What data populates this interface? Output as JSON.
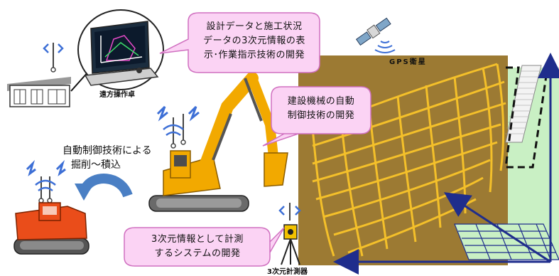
{
  "callouts": {
    "design_display": [
      "設計データと施工状況",
      "データの3次元情報の表",
      "示･作業指示技術の開発"
    ],
    "auto_control_machine": [
      "建設機械の自動",
      "制御技術の開発"
    ],
    "measurement_system": [
      "3次元情報として計測",
      "するシステムの開発"
    ]
  },
  "labels": {
    "remote_console": "遠方操作卓",
    "gps_satellite": "GPS衛星",
    "survey_instrument": "3次元計測器",
    "auto_excavate": [
      "自動制御技術による",
      "掘削～積込"
    ]
  },
  "colors": {
    "callout_fill": "#fbd3f4",
    "callout_stroke": "#d070c0",
    "earth": "#9c7a33",
    "grid_line": "#f4c02a",
    "machine_yellow": "#f2a900",
    "dump_red": "#ea4d1a",
    "axis_navy": "#1f2d8c",
    "slope_green": "#c9f0c4"
  }
}
